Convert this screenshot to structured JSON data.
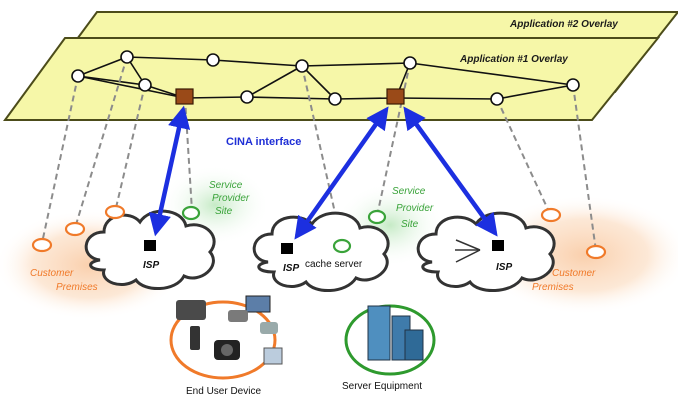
{
  "overlays": {
    "app2_title": "Application #2 Overlay",
    "app1_title": "Application #1 Overlay"
  },
  "labels": {
    "cina_interface": "CINA interface",
    "service_provider_site_left": [
      "Service",
      "Provider",
      "Site"
    ],
    "service_provider_site_right": [
      "Service",
      "Provider",
      "Site"
    ],
    "customer_premises_left": [
      "Customer",
      "Premises"
    ],
    "customer_premises_right": [
      "Customer",
      "Premises"
    ],
    "isp": "ISP",
    "cache_server": "cache server",
    "end_user_device": "End User Device",
    "server_equipment": "Server Equipment"
  },
  "colors": {
    "overlay_fill": "#f6f7a8",
    "overlay_stroke": "#4c4c1a",
    "cina_arrow": "#1c2fe0",
    "dashed_link": "#8c8c8c",
    "customer_node": "#f07a2a",
    "provider_node": "#3aa33a",
    "interface_square": "#9a4a18"
  }
}
